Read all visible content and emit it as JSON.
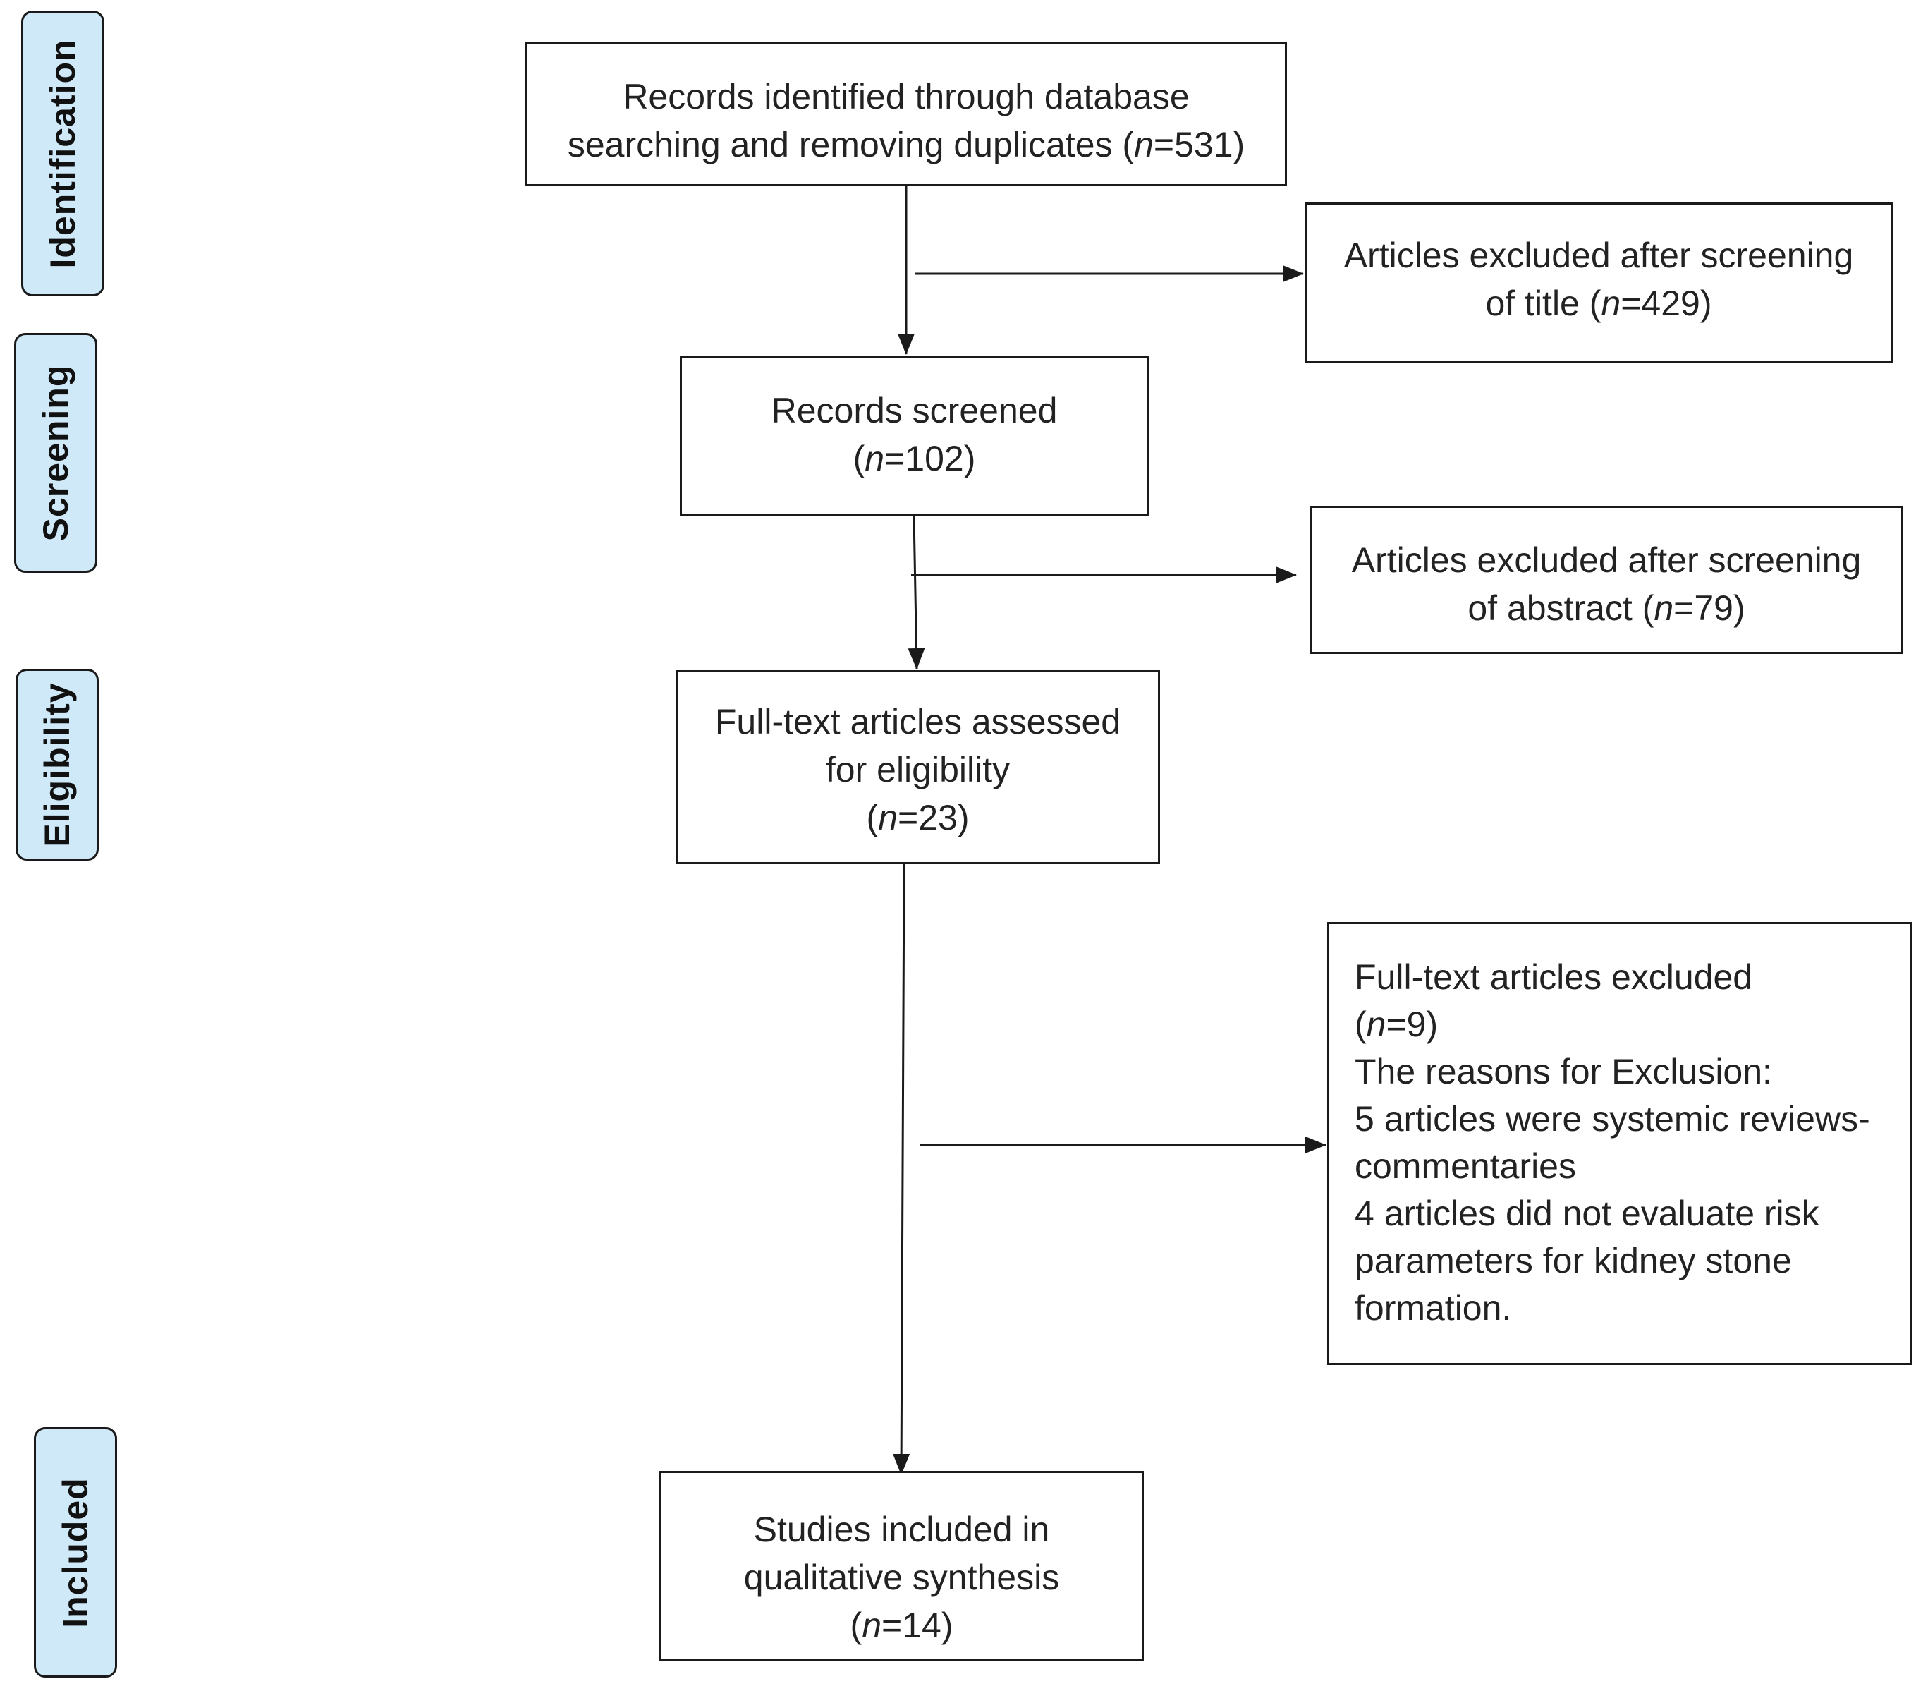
{
  "stages": {
    "identification": "Identification",
    "screening": "Screening",
    "eligibility": "Eligibility",
    "included": "Included"
  },
  "boxes": {
    "identified": {
      "line1": "Records identified through database",
      "line2_prefix": "searching and removing duplicates (",
      "n_symbol": "n",
      "line2_suffix": "=531)"
    },
    "excluded_title": {
      "line1": "Articles excluded after screening",
      "line2_prefix": "of title (",
      "n_symbol": "n",
      "line2_suffix": "=429)"
    },
    "screened": {
      "line1": "Records screened",
      "line2_prefix": "(",
      "n_symbol": "n",
      "line2_suffix": "=102)"
    },
    "excluded_abstract": {
      "line1": "Articles excluded after screening",
      "line2_prefix": "of abstract (",
      "n_symbol": "n",
      "line2_suffix": "=79)"
    },
    "fulltext": {
      "line1": "Full-text articles assessed",
      "line2": "for eligibility",
      "line3_prefix": "(",
      "n_symbol": "n",
      "line3_suffix": "=23)"
    },
    "excluded_fulltext": {
      "line1": "Full-text articles excluded",
      "line2_prefix": "(",
      "n_symbol": "n",
      "line2_suffix": "=9)",
      "line3": "The reasons for Exclusion:",
      "line4": "5 articles were systemic reviews-",
      "line5": "commentaries",
      "line6": "4 articles did not evaluate risk",
      "line7": "parameters for kidney stone",
      "line8": "formation."
    },
    "included": {
      "line1": "Studies included in",
      "line2": "qualitative synthesis",
      "line3_prefix": "(",
      "n_symbol": "n",
      "line3_suffix": "=14)"
    }
  },
  "colors": {
    "stage_fill": "#cfe9f9",
    "border": "#1a1a1a",
    "text": "#222222"
  }
}
